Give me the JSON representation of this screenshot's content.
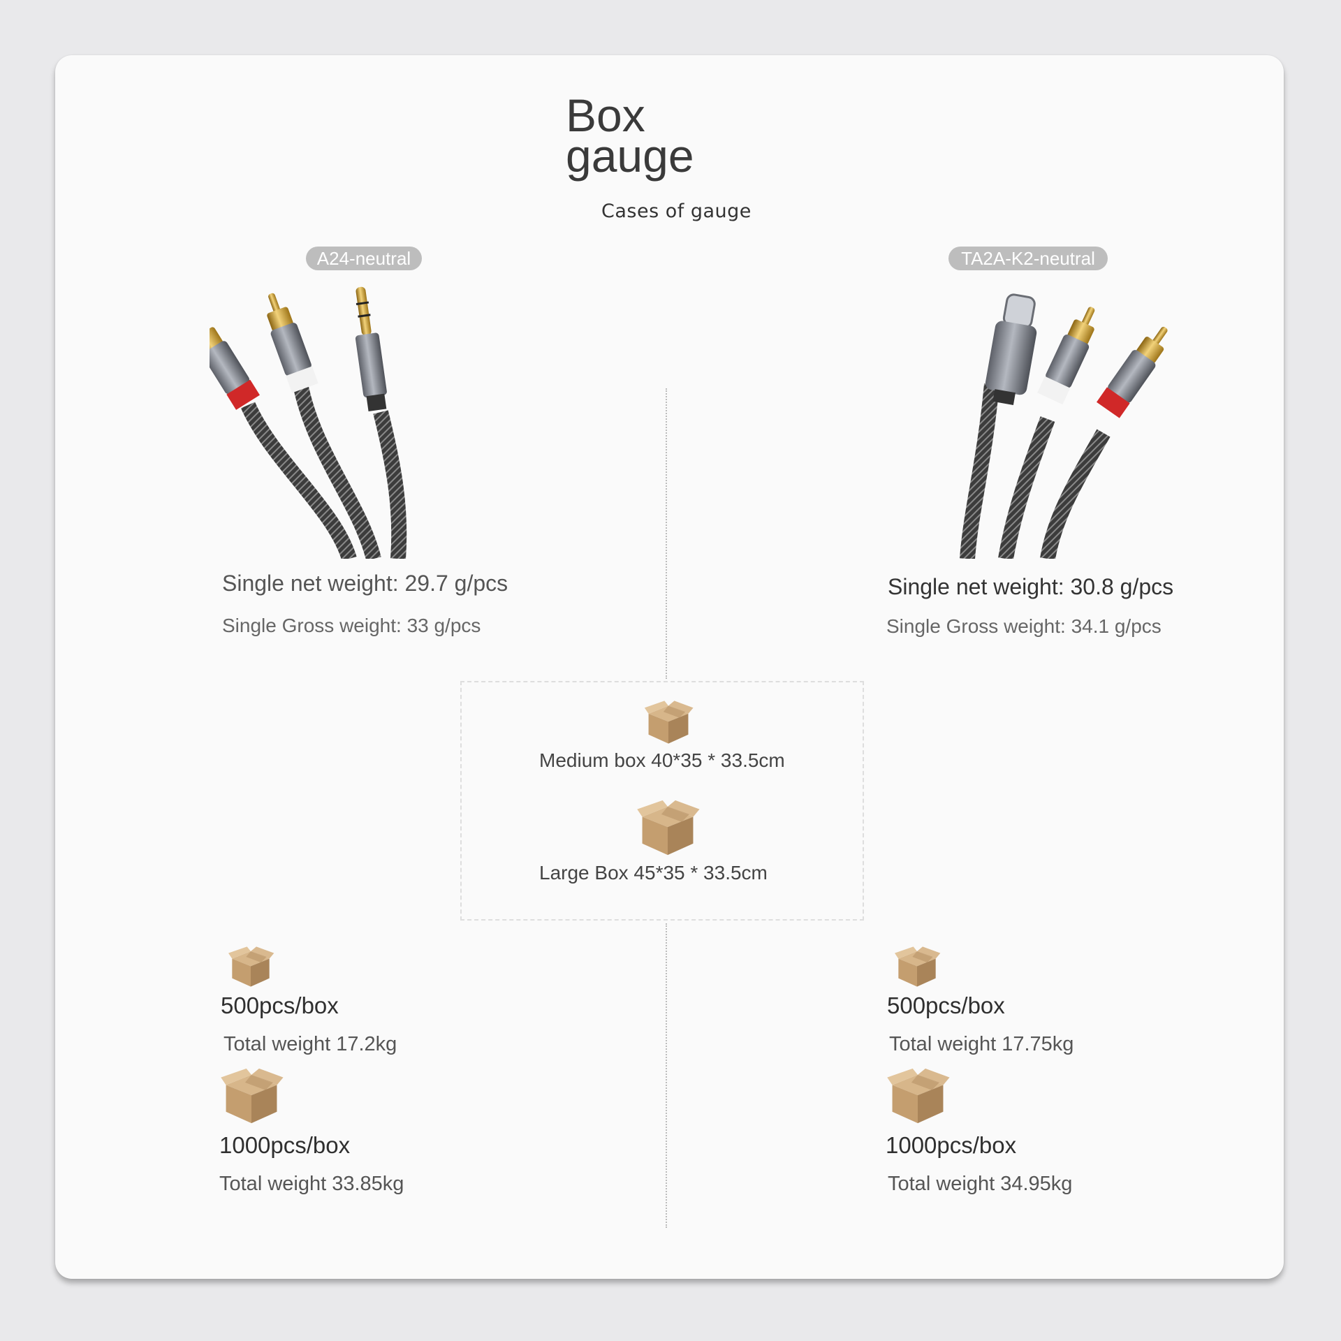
{
  "header": {
    "title_line1": "Box",
    "title_line2": "gauge",
    "subtitle": "Cases of gauge"
  },
  "products": {
    "left": {
      "tag": "A24-neutral",
      "net_weight": "Single net weight: 29.7 g/pcs",
      "gross_weight": "Single Gross weight: 33 g/pcs",
      "cable_icon": "rca-to-3.5mm-cable-icon"
    },
    "right": {
      "tag": "TA2A-K2-neutral",
      "net_weight": "Single net weight: 30.8 g/pcs",
      "gross_weight": "Single Gross weight: 34.1 g/pcs",
      "cable_icon": "rca-to-usb-c-cable-icon"
    }
  },
  "boxes": {
    "medium": "Medium box 40*35 * 33.5cm",
    "large": "Large Box 45*35 * 33.5cm",
    "icon": "cardboard-box-icon"
  },
  "packing": {
    "left": [
      {
        "qty": "500pcs/box",
        "total": "Total weight 17.2kg"
      },
      {
        "qty": "1000pcs/box",
        "total": "Total weight 33.85kg"
      }
    ],
    "right": [
      {
        "qty": "500pcs/box",
        "total": "Total weight 17.75kg"
      },
      {
        "qty": "1000pcs/box",
        "total": "Total weight 34.95kg"
      }
    ]
  },
  "colors": {
    "card_bg": "#fafafa",
    "page_bg": "#e9e9eb",
    "tag_bg": "#bdbdbd",
    "cable_braid": "#4a4a4a",
    "gold_tip": "#d4a53a",
    "red_ring": "#d02828",
    "box_brown": "#c8a47a"
  }
}
